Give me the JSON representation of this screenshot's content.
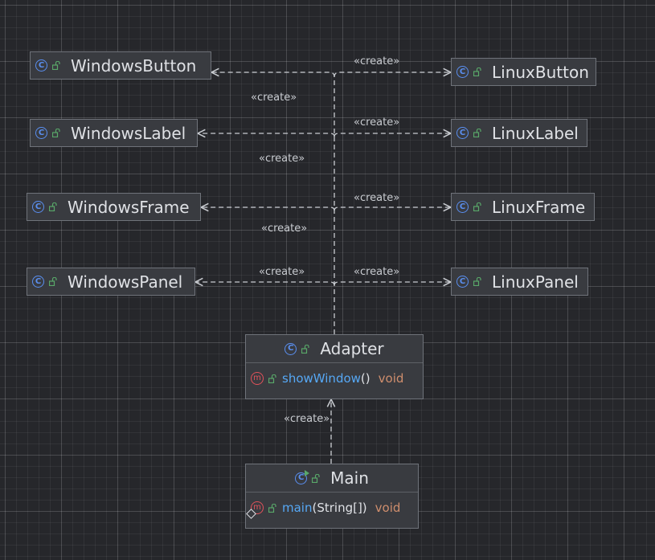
{
  "stereotype": "«create»",
  "nodes": {
    "windows_button": {
      "name": "WindowsButton",
      "icon": "class-icon"
    },
    "windows_label": {
      "name": "WindowsLabel",
      "icon": "class-icon"
    },
    "windows_frame": {
      "name": "WindowsFrame",
      "icon": "class-icon"
    },
    "windows_panel": {
      "name": "WindowsPanel",
      "icon": "class-icon"
    },
    "linux_button": {
      "name": "LinuxButton",
      "icon": "class-icon"
    },
    "linux_label": {
      "name": "LinuxLabel",
      "icon": "class-icon"
    },
    "linux_frame": {
      "name": "LinuxFrame",
      "icon": "class-icon"
    },
    "linux_panel": {
      "name": "LinuxPanel",
      "icon": "class-icon"
    },
    "adapter": {
      "name": "Adapter",
      "icon": "class-icon",
      "method": {
        "name": "showWindow",
        "params": "()",
        "return_type": "void"
      }
    },
    "main": {
      "name": "Main",
      "icon": "runnable-class-icon",
      "method": {
        "name": "main",
        "params": "(String[])",
        "return_type": "void"
      }
    }
  },
  "colors": {
    "background": "#26272b",
    "node_fill": "#393b40",
    "class_icon": "#5a8ff0",
    "method_icon": "#e2525a",
    "method_name": "#56a8f5",
    "return_type": "#cf8e6d",
    "public_icon": "#59a869",
    "edge": "#c9ccd1"
  }
}
